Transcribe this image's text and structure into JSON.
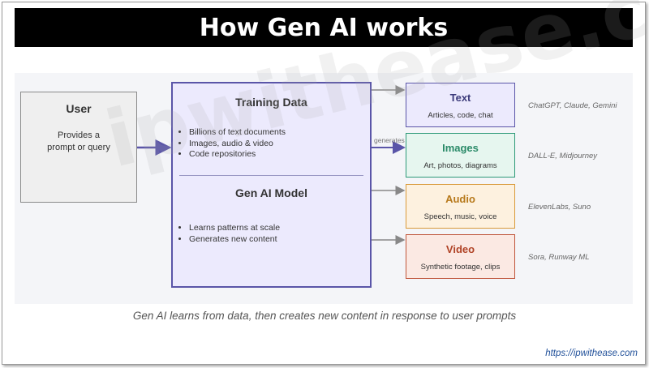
{
  "title": "How Gen AI works",
  "user": {
    "heading": "User",
    "desc_line1": "Provides a",
    "desc_line2": "prompt or query"
  },
  "model": {
    "training_heading": "Training Data",
    "training_items": [
      "Billions of text documents",
      "Images, audio & video",
      "Code repositories"
    ],
    "model_heading": "Gen AI Model",
    "model_items": [
      "Learns patterns at scale",
      "Generates new content"
    ]
  },
  "generates_label": "generates",
  "outputs": [
    {
      "heading": "Text",
      "desc": "Articles, code, chat",
      "examples": "ChatGPT, Claude, Gemini",
      "border": "#5a55a8",
      "fill": "#eceafd",
      "heading_color": "#3b3a7a"
    },
    {
      "heading": "Images",
      "desc": "Art, photos, diagrams",
      "examples": "DALL-E, Midjourney",
      "border": "#2e9a78",
      "fill": "#e6f6ef",
      "heading_color": "#2a8a68"
    },
    {
      "heading": "Audio",
      "desc": "Speech, music, voice",
      "examples": "ElevenLabs, Suno",
      "border": "#d99a3a",
      "fill": "#fdf1df",
      "heading_color": "#b7791b"
    },
    {
      "heading": "Video",
      "desc": "Synthetic footage, clips",
      "examples": "Sora, Runway ML",
      "border": "#c0553a",
      "fill": "#fbe9e3",
      "heading_color": "#b04326"
    }
  ],
  "caption": "Gen AI learns from data, then creates new content in response to user prompts",
  "watermark": "ipwithease.com",
  "url": "https://ipwithease.com"
}
